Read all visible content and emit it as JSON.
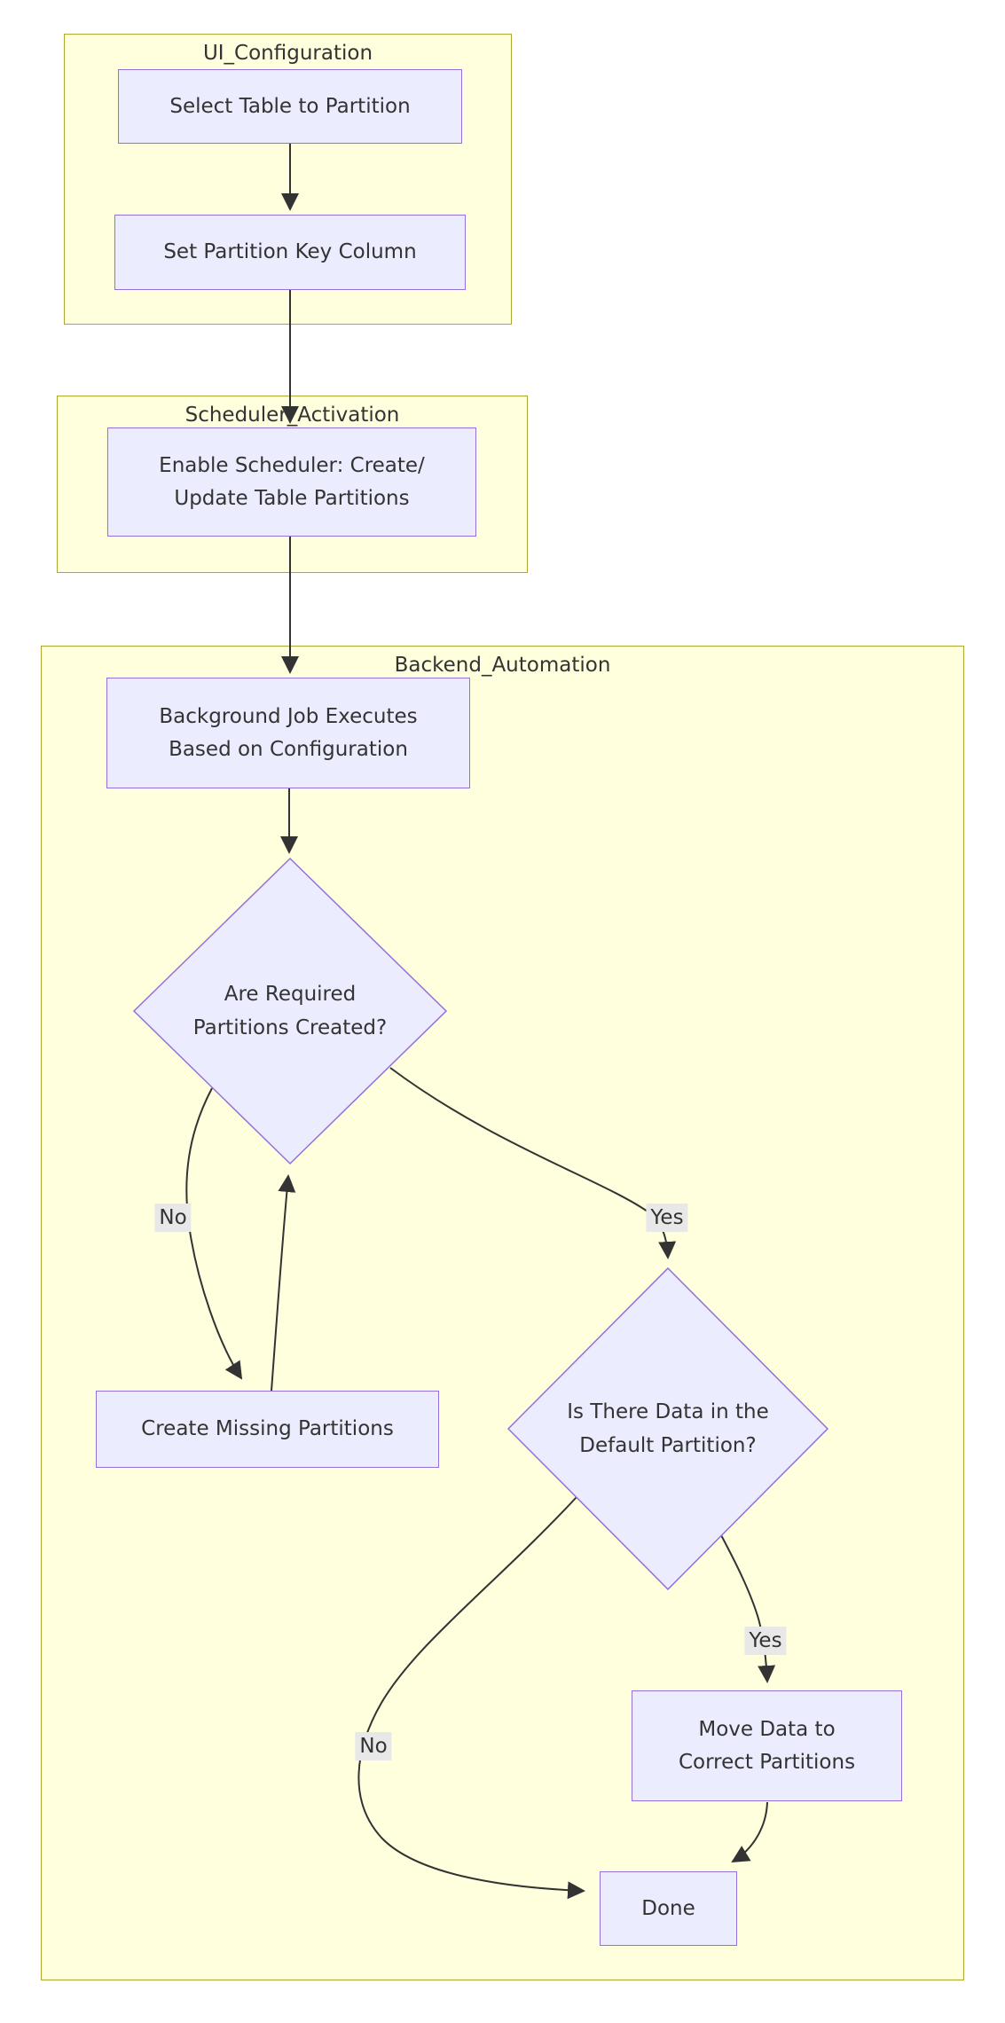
{
  "diagram": {
    "type": "flowchart",
    "palette": {
      "node_fill": "#ECECFF",
      "node_border": "#9370DB",
      "cluster_fill": "#ffffde",
      "cluster_border": "#aaaa33",
      "text": "#333333",
      "edge": "#333333",
      "label_bg": "#e8e8e8"
    },
    "clusters": [
      {
        "id": "ui_configuration",
        "title": "UI_Configuration"
      },
      {
        "id": "scheduler_activation",
        "title": "Scheduler_Activation"
      },
      {
        "id": "backend_automation",
        "title": "Backend_Automation"
      }
    ],
    "nodes": [
      {
        "id": "select_table",
        "shape": "rect",
        "cluster": "ui_configuration",
        "lines": [
          "Select Table to Partition"
        ]
      },
      {
        "id": "set_partition_key",
        "shape": "rect",
        "cluster": "ui_configuration",
        "lines": [
          "Set Partition Key Column"
        ]
      },
      {
        "id": "enable_scheduler",
        "shape": "rect",
        "cluster": "scheduler_activation",
        "lines": [
          "Enable Scheduler: Create/",
          "Update Table Partitions"
        ]
      },
      {
        "id": "background_job",
        "shape": "rect",
        "cluster": "backend_automation",
        "lines": [
          "Background Job Executes",
          "Based on Configuration"
        ]
      },
      {
        "id": "partitions_created_q",
        "shape": "diamond",
        "cluster": "backend_automation",
        "lines": [
          "Are Required",
          "Partitions Created?"
        ]
      },
      {
        "id": "create_missing",
        "shape": "rect",
        "cluster": "backend_automation",
        "lines": [
          "Create Missing Partitions"
        ]
      },
      {
        "id": "data_in_default_q",
        "shape": "diamond",
        "cluster": "backend_automation",
        "lines": [
          "Is There Data in the",
          "Default Partition?"
        ]
      },
      {
        "id": "move_data",
        "shape": "rect",
        "cluster": "backend_automation",
        "lines": [
          "Move Data to",
          "Correct Partitions"
        ]
      },
      {
        "id": "done",
        "shape": "rect",
        "cluster": "backend_automation",
        "lines": [
          "Done"
        ]
      }
    ],
    "edges": [
      {
        "from": "select_table",
        "to": "set_partition_key",
        "label": ""
      },
      {
        "from": "set_partition_key",
        "to": "enable_scheduler",
        "label": ""
      },
      {
        "from": "enable_scheduler",
        "to": "background_job",
        "label": ""
      },
      {
        "from": "background_job",
        "to": "partitions_created_q",
        "label": ""
      },
      {
        "from": "partitions_created_q",
        "to": "create_missing",
        "label": "No"
      },
      {
        "from": "create_missing",
        "to": "partitions_created_q",
        "label": ""
      },
      {
        "from": "partitions_created_q",
        "to": "data_in_default_q",
        "label": "Yes"
      },
      {
        "from": "data_in_default_q",
        "to": "move_data",
        "label": "Yes"
      },
      {
        "from": "data_in_default_q",
        "to": "done",
        "label": "No"
      },
      {
        "from": "move_data",
        "to": "done",
        "label": ""
      }
    ]
  }
}
